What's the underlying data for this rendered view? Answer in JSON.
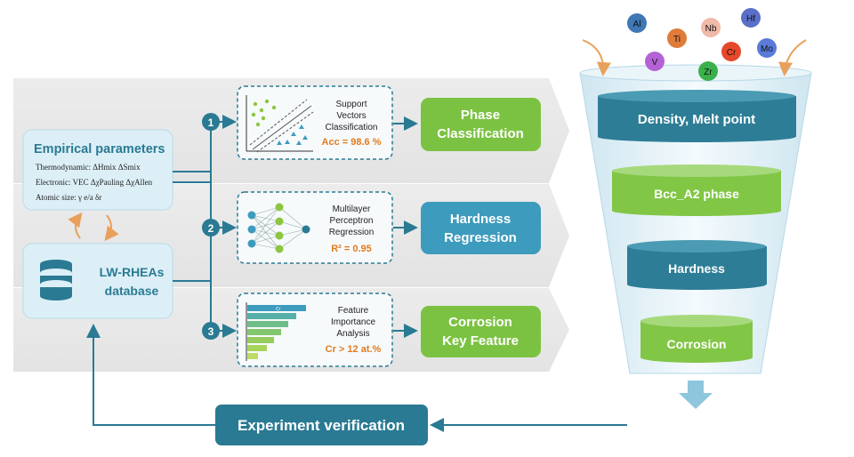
{
  "left_panel": {
    "empirical": {
      "title": "Empirical parameters",
      "rows": [
        "Thermodynamic: ΔHmix  ΔSmix",
        "Electronic: VEC  ΔχPauling  ΔχAllen",
        "Atomic size:  γ   e/a    δr"
      ]
    },
    "database": {
      "line1": "LW-RHEAs",
      "line2": "database"
    }
  },
  "pipelines": [
    {
      "step": "1",
      "method_lines": [
        "Support",
        "Vectors",
        "Classification"
      ],
      "metric": "Acc = 98.6 %",
      "result_lines": [
        "Phase",
        "Classification"
      ],
      "result_color": "#7cc242"
    },
    {
      "step": "2",
      "method_lines": [
        "Multilayer",
        "Perceptron",
        "Regression"
      ],
      "metric": "R² = 0.95",
      "result_lines": [
        "Hardness",
        "Regression"
      ],
      "result_color": "#3d9bbd"
    },
    {
      "step": "3",
      "method_lines": [
        "Feature",
        "Importance",
        "Analysis"
      ],
      "metric": "Cr > 12 at.%",
      "result_lines": [
        "Corrosion",
        "Key Feature"
      ],
      "result_color": "#7cc242"
    }
  ],
  "feature_bars": [
    "Cr",
    "",
    "",
    "",
    "",
    "",
    ""
  ],
  "funnel": {
    "elements": [
      {
        "symbol": "Al",
        "color": "#3f78b5"
      },
      {
        "symbol": "Ti",
        "color": "#e07b3a"
      },
      {
        "symbol": "Nb",
        "color": "#f1b9a9"
      },
      {
        "symbol": "Hf",
        "color": "#5b6fc9"
      },
      {
        "symbol": "Cr",
        "color": "#e6482b"
      },
      {
        "symbol": "Mo",
        "color": "#5b7bd9"
      },
      {
        "symbol": "V",
        "color": "#b463d6"
      },
      {
        "symbol": "Zr",
        "color": "#3bb04a"
      }
    ],
    "layers": [
      {
        "label": "Density, Melt point",
        "color": "#2d7d96"
      },
      {
        "label": "Bcc_A2 phase",
        "color": "#82c646"
      },
      {
        "label": "Hardness",
        "color": "#2d7d96"
      },
      {
        "label": "Corrosion",
        "color": "#82c646"
      }
    ]
  },
  "experiment": {
    "label": "Experiment verification"
  },
  "colors": {
    "accent_teal": "#2a7a93",
    "light_blue_box": "#dceff7",
    "orange_metric": "#e07b1f",
    "arrow_orange": "#e8a05a"
  }
}
